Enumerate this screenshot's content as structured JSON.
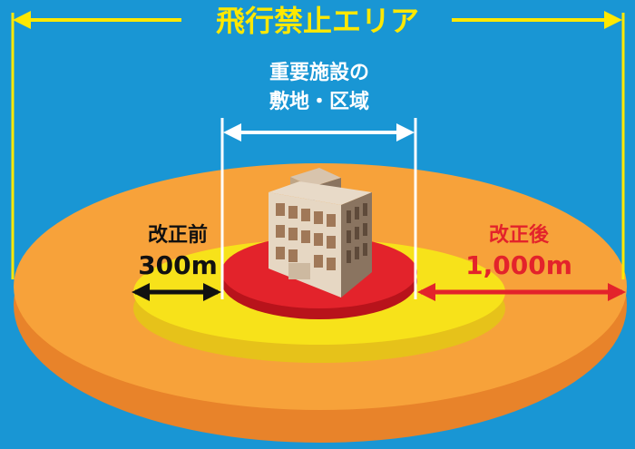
{
  "title": "飛行禁止エリア",
  "facility_label": {
    "line1": "重要施設の",
    "line2": "敷地・区域"
  },
  "before": {
    "label": "改正前",
    "distance": "300m"
  },
  "after": {
    "label": "改正後",
    "distance": "1,000m"
  },
  "colors": {
    "background": "#1996d4",
    "outer_zone": "#f7a23a",
    "outer_zone_edge": "#e8832a",
    "middle_zone": "#f7e21a",
    "middle_zone_edge": "#e6c21a",
    "inner_zone": "#e3232b",
    "inner_zone_edge": "#b8131b",
    "title_text": "#ffe800",
    "arrow_yellow": "#ffe800",
    "arrow_white": "#ffffff",
    "arrow_black": "#111111",
    "arrow_red": "#e3232b"
  }
}
